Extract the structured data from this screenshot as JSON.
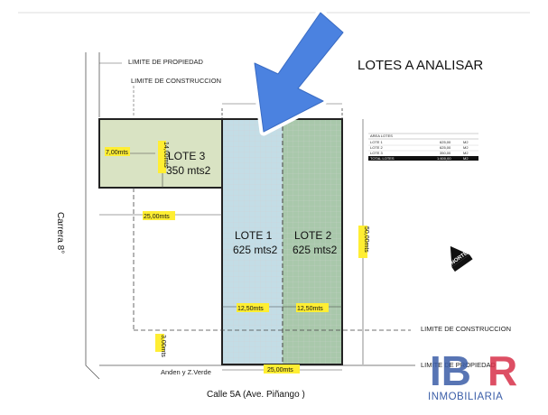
{
  "title": "LOTES A ANALISAR",
  "labels": {
    "limite_propiedad_top": "LIMITE DE PROPIEDAD",
    "limite_construccion_top": "LIMITE DE CONSTRUCCION",
    "limite_construccion_right": "LIMITE DE CONSTRUCCION",
    "limite_propiedad_bottom": "LIMITE DE PROPIEDAD",
    "carrera": "Carrera 8°",
    "calle": "Calle 5A  (Ave. Piñango )",
    "anden": "Anden y Z.Verde",
    "norte": "NORTE"
  },
  "lots": [
    {
      "name": "LOTE 3",
      "area": "350 mts2",
      "color": "#d9e3c3"
    },
    {
      "name": "LOTE 1",
      "area": "625 mts2",
      "color": "#c3dde6"
    },
    {
      "name": "LOTE 2",
      "area": "625 mts2",
      "color": "#a9c8ab"
    }
  ],
  "dimensions": {
    "lote3_width": "7,00mts",
    "lote3_height": "14,00mts",
    "setback_left": "25,00mts",
    "lote1_width": "12,50mts",
    "lote2_width": "12,50mts",
    "total_height": "50,00mts",
    "bottom_setback": "3,00mts",
    "bottom_width": "25,00mts"
  },
  "area_table": {
    "header": "AREA LOTES",
    "rows": [
      {
        "name": "LOTE 1",
        "value": "625,00",
        "unit": "M2"
      },
      {
        "name": "LOTE 2",
        "value": "625,00",
        "unit": "M2"
      },
      {
        "name": "LOTE 3",
        "value": "350,00",
        "unit": "M2"
      }
    ],
    "total": {
      "name": "TOTAL LOTES",
      "value": "1.600,00",
      "unit": "M2"
    }
  },
  "logo": {
    "mark": "IBR",
    "text": "INMOBILIARIA",
    "colors": {
      "blue": "#3b5ea8",
      "red": "#d8314a"
    }
  },
  "colors": {
    "arrow": "#4b82e0",
    "highlight": "#ffee33"
  }
}
